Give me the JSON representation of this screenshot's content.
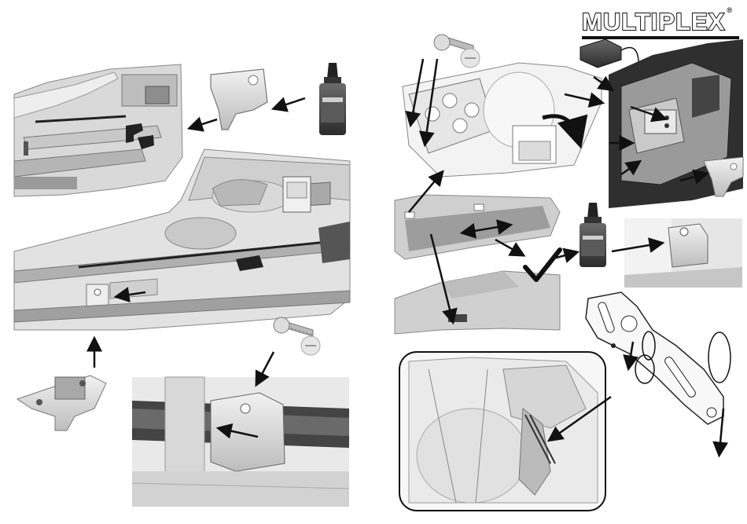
{
  "brand": {
    "name": "MULTIPLEX",
    "registered_mark": "®"
  },
  "colors": {
    "ink": "#111111",
    "part_light": "#e6e6e6",
    "part_mid": "#c9c9c9",
    "part_dark": "#8c8c8c",
    "background": "#ffffff"
  },
  "glue_bottles": [
    {
      "label": ""
    },
    {
      "label": ""
    }
  ],
  "panels": [
    "top-left-frame",
    "left-main-fuselage",
    "left-bracket-part",
    "left-detail-inset",
    "top-right-servo-frame",
    "right-receiver-fuselage",
    "right-canopy-part",
    "right-detail-inset",
    "right-fuselage-nose",
    "bottom-right-cutaway",
    "bottom-right-linkage-plate"
  ]
}
